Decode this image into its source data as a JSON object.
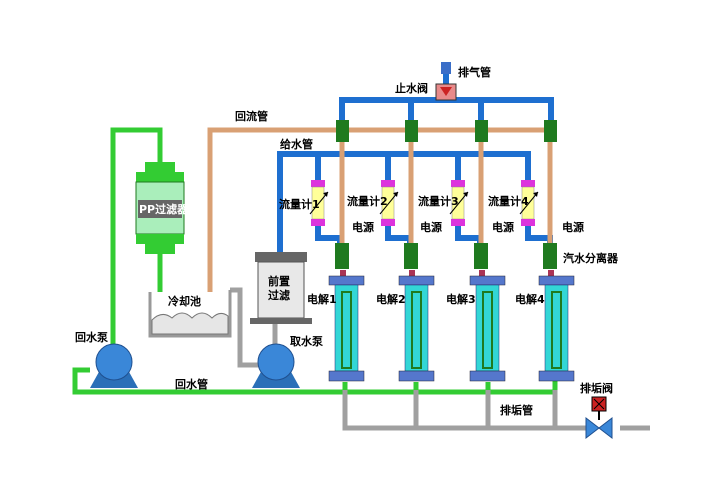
{
  "labels": {
    "exhaust_pipe": "排气管",
    "stop_valve": "止水阀",
    "return_pipe_top": "回流管",
    "supply_pipe": "给水管",
    "flowmeters": [
      "流量计1",
      "流量计2",
      "流量计3",
      "流量计4"
    ],
    "power": "电源",
    "electrolyzers": [
      "电解1",
      "电解2",
      "电解3",
      "电解4"
    ],
    "gas_water_separator": "汽水分离器",
    "pp_filter": "PP过滤器",
    "cooling_pool": "冷却池",
    "pre_filter": "前置\n过滤",
    "pre_filter_line1": "前置",
    "pre_filter_line2": "过滤",
    "intake_pump": "取水泵",
    "return_pump": "回水泵",
    "return_pipe_bottom": "回水管",
    "drain_pipe": "排垢管",
    "drain_valve": "排垢阀"
  },
  "colors": {
    "blue_pipe": "#1e6fd0",
    "orange_pipe": "#d9a074",
    "green_pipe": "#33cc33",
    "gray_pipe": "#a0a0a0",
    "connector": "#1f7a1f",
    "electrolyzer_cyan": "#33d6d6",
    "cap_blue": "#5577cc",
    "flowmeter_yellow": "#ffff99",
    "flowmeter_cap": "#dd33dd",
    "pump_blue": "#3a87d8",
    "valve_red": "#cc2222"
  },
  "icons": [
    "stop-valve-icon",
    "drain-valve-icon",
    "pump-icon",
    "flowmeter-icon"
  ]
}
